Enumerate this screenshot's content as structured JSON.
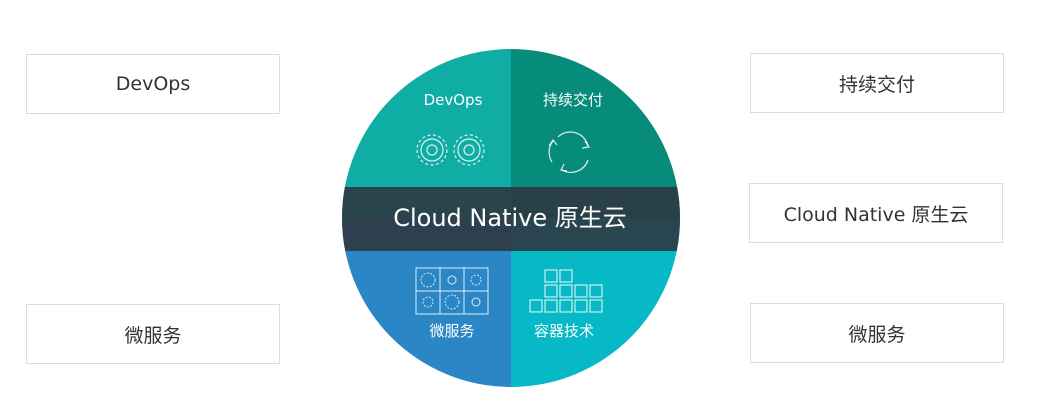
{
  "boxes": {
    "left_top": "DevOps",
    "left_bottom": "微服务",
    "right_top": "持续交付",
    "right_mid": "Cloud Native 原生云",
    "right_bottom": "微服务"
  },
  "wheel": {
    "band_label": "Cloud Native 原生云",
    "segments": {
      "top_left": "DevOps",
      "top_right": "持续交付",
      "bottom_left": "微服务",
      "bottom_right": "容器技术"
    }
  },
  "colors": {
    "top_left": "#0fada3",
    "top_right": "#078c7c",
    "bottom_left": "#2a86c4",
    "bottom_right": "#07b9c6",
    "band": "#2f3640"
  },
  "icons": {
    "top_left": "gears-icon",
    "top_right": "recycle-arrows-icon",
    "bottom_left": "gear-grid-icon",
    "bottom_right": "container-stack-icon"
  }
}
